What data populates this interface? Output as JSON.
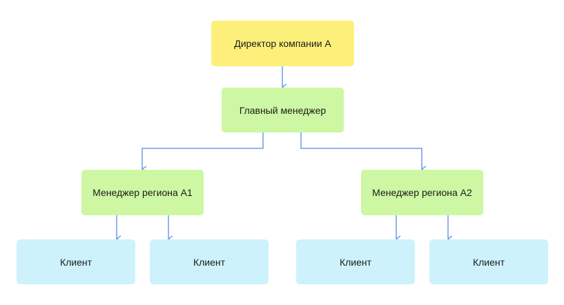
{
  "nodes": {
    "director": "Директор компании А",
    "main_manager": "Главный менеджер",
    "region_manager_a1": "Менеджер региона А1",
    "region_manager_a2": "Менеджер региона А2",
    "client_1": "Клиент",
    "client_2": "Клиент",
    "client_3": "Клиент",
    "client_4": "Клиент"
  },
  "colors": {
    "director": "#fdf07a",
    "managers": "#cdf7a3",
    "clients": "#cdf2fc",
    "connector": "#6f9be6"
  }
}
